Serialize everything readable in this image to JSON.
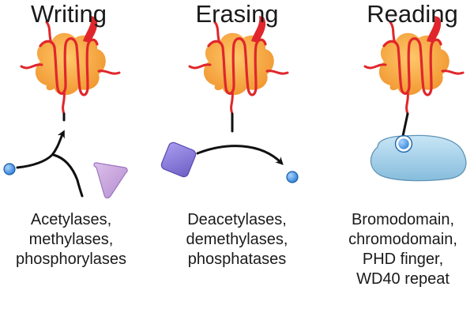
{
  "panels": [
    {
      "title": "Writing",
      "description": [
        "Acetylases,",
        "methylases,",
        "phosphorylases"
      ]
    },
    {
      "title": "Erasing",
      "description": [
        "Deacetylases,",
        "demethylases,",
        "phosphatases"
      ]
    },
    {
      "title": "Reading",
      "description": [
        "Bromodomain,",
        "chromodomain,",
        "PHD finger,",
        "WD40 repeat"
      ]
    }
  ],
  "colors": {
    "histone_core": "#f5a33a",
    "dna": "#e0262c",
    "mark": "#3c8ee0",
    "writer_enzyme": "#c9a6dc",
    "eraser_enzyme": "#8a7ed6",
    "reader_protein": "#a9d3ec",
    "arrow": "#111111"
  }
}
